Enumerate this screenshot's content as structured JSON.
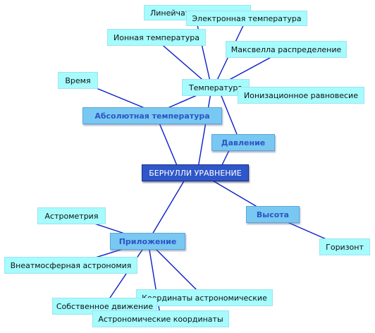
{
  "root": {
    "label": "БЕРНУЛЛИ УРАВНЕНИЕ"
  },
  "branches": {
    "absolute_temperature": "Абсолютная температура",
    "pressure": "Давление",
    "height": "Высота",
    "application": "Приложение"
  },
  "leaves": {
    "temperature": "Температура",
    "time": "Время",
    "linear_radiation": "Линейчатое излучение",
    "electron_temperature": "Электронная температура",
    "ion_temperature": "Ионная температура",
    "maxwell_distribution": "Максвелла распределение",
    "ionization_equilibrium": "Ионизационное равновесие",
    "horizon": "Горизонт",
    "astrometry": "Астрометрия",
    "extra_atmospheric_astronomy": "Внеатмосферная астрономия",
    "proper_motion": "Собственное движение",
    "astronomical_coordinates": "Координаты астрономические",
    "astronomical_coordinates_2": "Астрономические координаты"
  },
  "colors": {
    "root_fill": "#2f57c9",
    "branch_fill": "#79c8f2",
    "branch_text": "#2c55c4",
    "leaf_fill": "#a6fbfd",
    "edge": "#0a1ec8"
  }
}
